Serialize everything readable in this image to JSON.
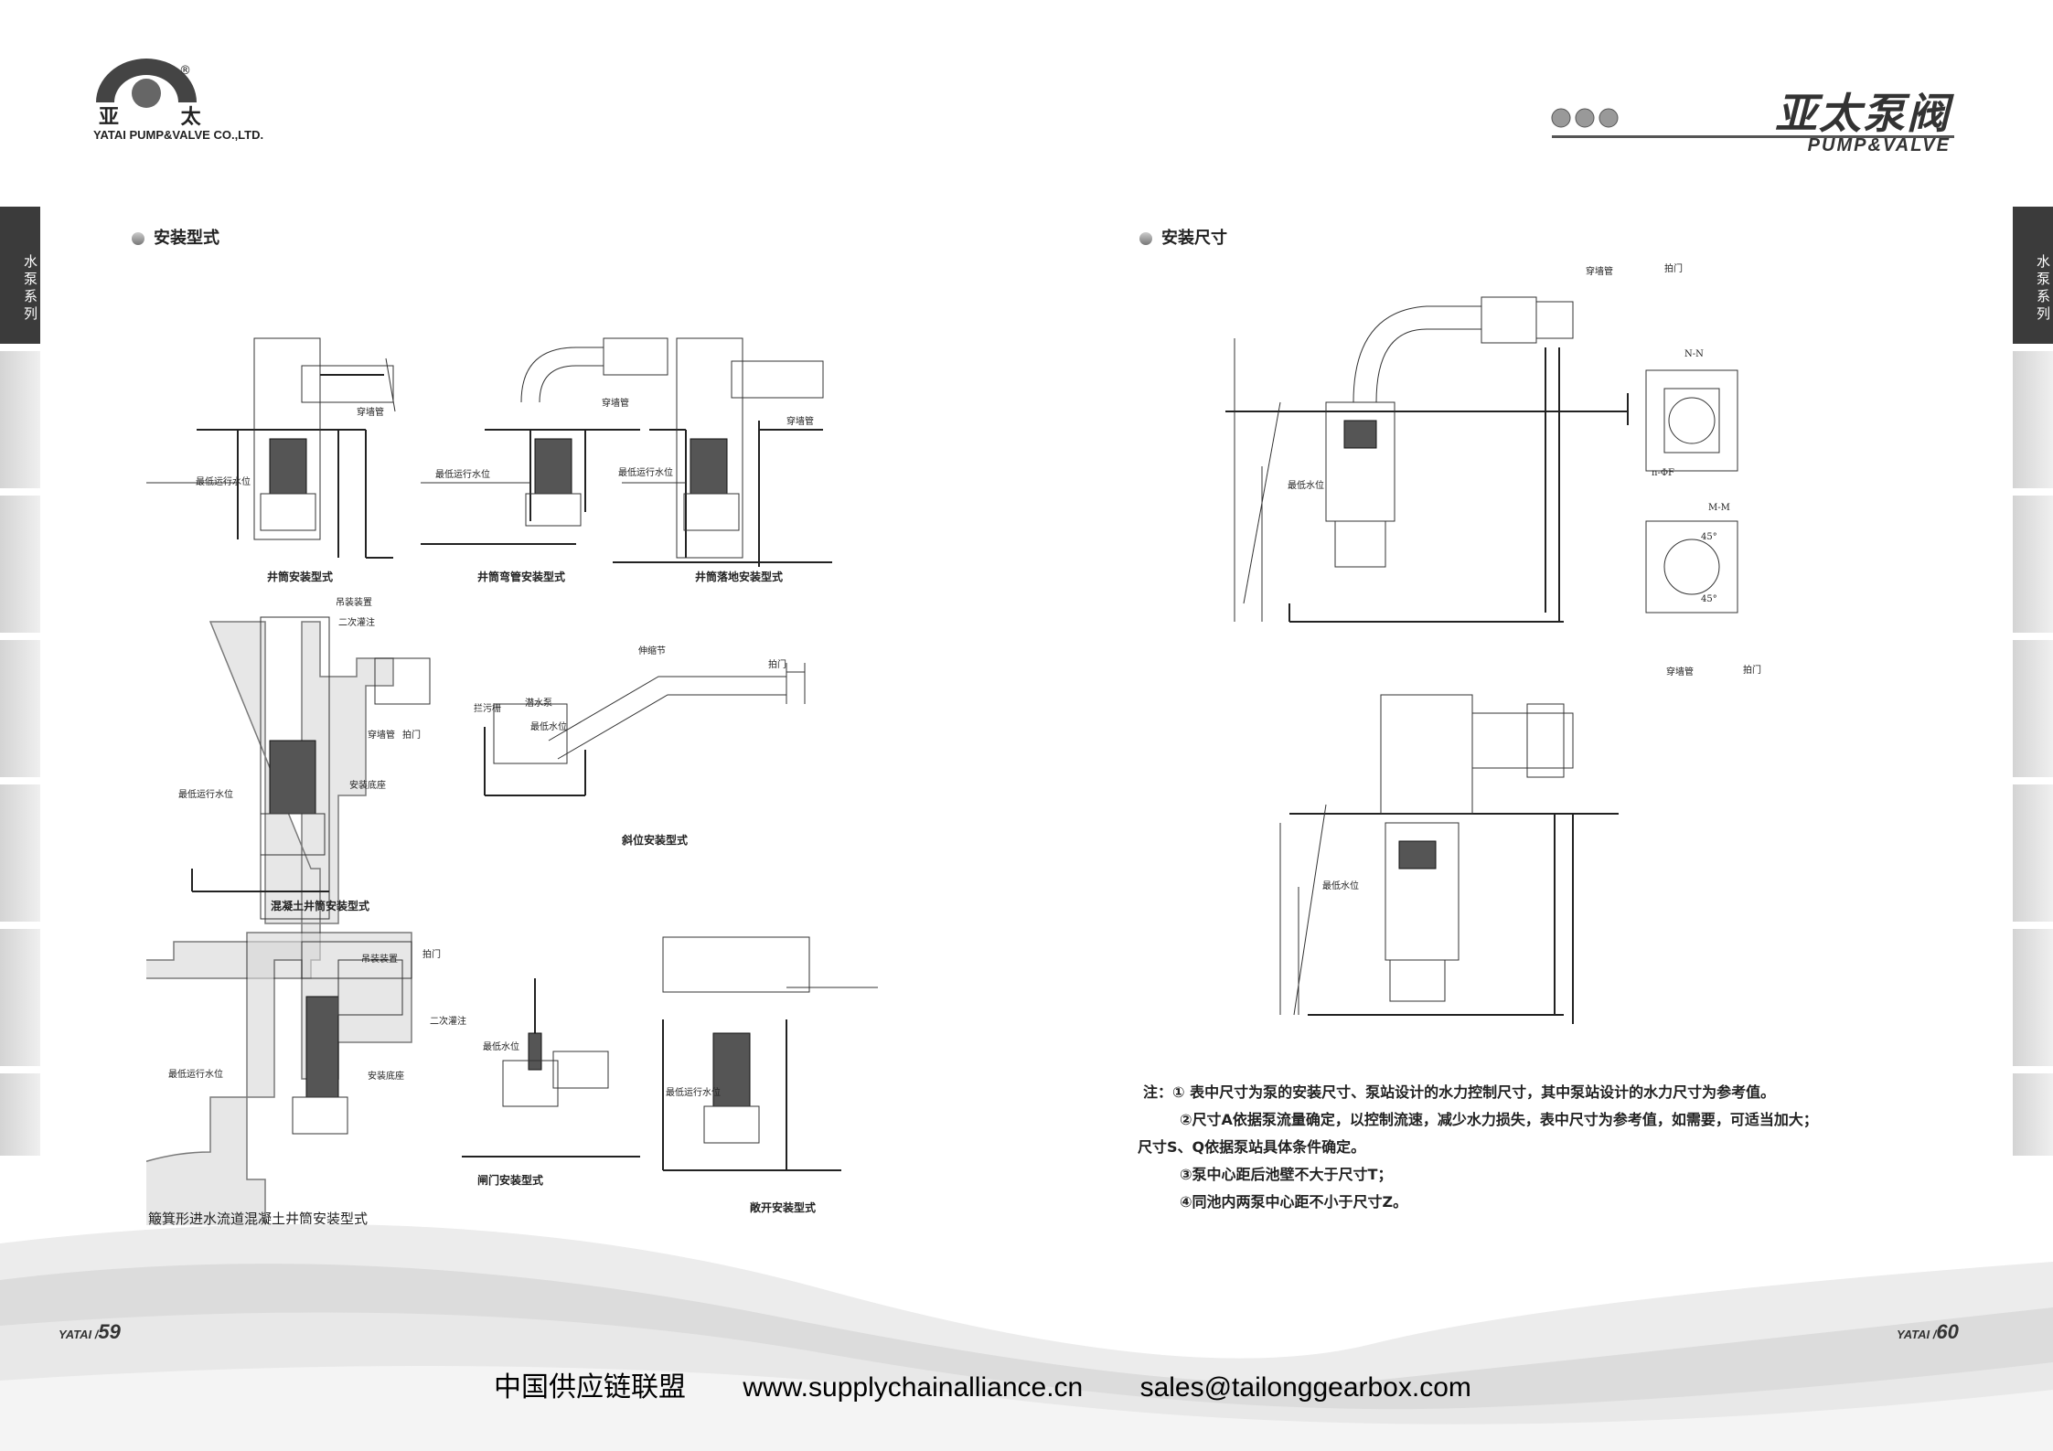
{
  "header": {
    "logo_cn": "亚 太",
    "logo_registered": "®",
    "company_en": "YATAI PUMP&VALVE CO.,LTD.",
    "brand_cn": "亚太泵阀",
    "brand_en": "PUMP&VALVE"
  },
  "side_tab": {
    "label": "水泵系列"
  },
  "left_page": {
    "section_title": "安装型式",
    "captions": {
      "c1": "井筒安装型式",
      "c2": "井筒弯管安装型式",
      "c3": "井筒落地安装型式",
      "c4": "混凝土井筒安装型式",
      "c5": "斜位安装型式",
      "c6": "簸箕形进水流道混凝土井筒安装型式",
      "c7": "闸门安装型式",
      "c8": "敞开安装型式"
    },
    "labels": {
      "low_water": "最低运行水位",
      "wall_pipe": "穿墙管",
      "flap": "拍门",
      "lift": "吊装装置",
      "grout": "二次灌注",
      "base": "安装底座",
      "trash": "拦污栅",
      "ang": "伸缩节",
      "dive": "潜水泵",
      "lowest": "最低水位"
    },
    "page_number": "59",
    "page_brand": "YATAI /"
  },
  "right_page": {
    "section_title": "安装尺寸",
    "labels": {
      "wall_pipe": "穿墙管",
      "flap": "拍门",
      "lowest": "最低水位",
      "nn": "N-N",
      "mm": "M-M",
      "nphi": "n-ΦF",
      "a45": "45°"
    },
    "notes": [
      "注：① 表中尺寸为泵的安装尺寸、泵站设计的水力控制尺寸，其中泵站设计的水力尺寸为参考值。",
      "②尺寸A依据泵流量确定，以控制流速，减少水力损失，表中尺寸为参考值，如需要，可适当加大；",
      "尺寸S、Q依据泵站具体条件确定。",
      "③泵中心距后池壁不大于尺寸T；",
      "④同池内两泵中心距不小于尺寸Z。"
    ],
    "page_number": "60",
    "page_brand": "YATAI /"
  },
  "footer": {
    "org": "中国供应链联盟",
    "url": "www.supplychainalliance.cn",
    "email": "sales@tailonggearbox.com"
  }
}
